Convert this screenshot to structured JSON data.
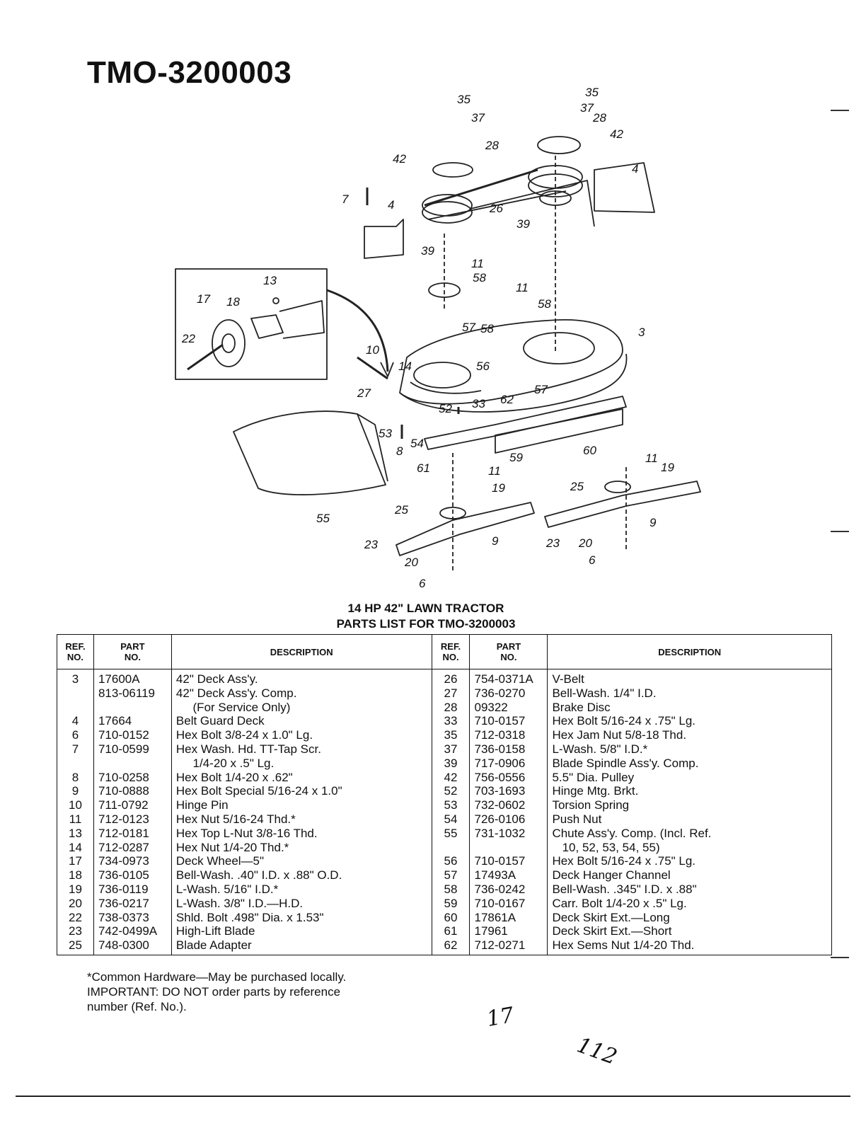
{
  "doc": {
    "model": "TMO-3200003",
    "subtitle1": "14 HP 42\" LAWN TRACTOR",
    "subtitle2": "PARTS LIST FOR TMO-3200003"
  },
  "diagram": {
    "callouts": [
      "35",
      "37",
      "28",
      "42",
      "7",
      "4",
      "26",
      "35",
      "37",
      "28",
      "42",
      "4",
      "39",
      "39",
      "11",
      "58",
      "11",
      "58",
      "13",
      "17",
      "18",
      "22",
      "10",
      "14",
      "57",
      "58",
      "3",
      "56",
      "57",
      "27",
      "52",
      "33",
      "62",
      "53",
      "8",
      "54",
      "60",
      "59",
      "61",
      "11",
      "19",
      "11",
      "19",
      "25",
      "55",
      "25",
      "9",
      "23",
      "20",
      "6",
      "9",
      "23",
      "20",
      "6"
    ]
  },
  "table": {
    "headers": {
      "ref": [
        "REF.",
        "NO."
      ],
      "part": [
        "PART",
        "NO."
      ],
      "desc": "DESCRIPTION"
    },
    "left": {
      "refs": [
        "3",
        "",
        "",
        "4",
        "6",
        "7",
        "",
        "8",
        "9",
        "10",
        "11",
        "13",
        "14",
        "17",
        "18",
        "19",
        "20",
        "22",
        "23",
        "25"
      ],
      "parts": [
        "17600A",
        "813-06119",
        "",
        "17664",
        "710-0152",
        "710-0599",
        "",
        "710-0258",
        "710-0888",
        "711-0792",
        "712-0123",
        "712-0181",
        "712-0287",
        "734-0973",
        "736-0105",
        "736-0119",
        "736-0217",
        "738-0373",
        "742-0499A",
        "748-0300"
      ],
      "descs": [
        "42\" Deck Ass'y.",
        "42\" Deck Ass'y. Comp.",
        "     (For Service Only)",
        "Belt Guard Deck",
        "Hex Bolt 3/8-24 x 1.0\" Lg.",
        "Hex Wash. Hd. TT-Tap Scr.",
        "     1/4-20 x .5\" Lg.",
        "Hex Bolt 1/4-20 x .62\"",
        "Hex Bolt Special 5/16-24 x 1.0\"",
        "Hinge Pin",
        "Hex Nut 5/16-24 Thd.*",
        "Hex Top L-Nut 3/8-16 Thd.",
        "Hex Nut 1/4-20 Thd.*",
        "Deck Wheel—5\"",
        "Bell-Wash. .40\" I.D. x .88\" O.D.",
        "L-Wash. 5/16\" I.D.*",
        "L-Wash. 3/8\" I.D.—H.D.",
        "Shld. Bolt .498\" Dia. x 1.53\"",
        "High-Lift Blade",
        "Blade Adapter"
      ]
    },
    "right": {
      "refs": [
        "26",
        "27",
        "28",
        "33",
        "35",
        "37",
        "39",
        "42",
        "52",
        "53",
        "54",
        "55",
        "",
        "56",
        "57",
        "58",
        "59",
        "60",
        "61",
        "62"
      ],
      "parts": [
        "754-0371A",
        "736-0270",
        "09322",
        "710-0157",
        "712-0318",
        "736-0158",
        "717-0906",
        "756-0556",
        "703-1693",
        "732-0602",
        "726-0106",
        "731-1032",
        "",
        "710-0157",
        "17493A",
        "736-0242",
        "710-0167",
        "17861A",
        "17961",
        "712-0271"
      ],
      "descs": [
        "V-Belt",
        "Bell-Wash. 1/4\" I.D.",
        "Brake Disc",
        "Hex Bolt 5/16-24 x .75\" Lg.",
        "Hex Jam Nut 5/8-18 Thd.",
        "L-Wash. 5/8\" I.D.*",
        "Blade Spindle Ass'y. Comp.",
        "5.5\" Dia. Pulley",
        "Hinge Mtg. Brkt.",
        "Torsion Spring",
        "Push Nut",
        "Chute Ass'y. Comp. (Incl. Ref.",
        "   10, 52, 53, 54, 55)",
        "Hex Bolt 5/16-24 x .75\" Lg.",
        "Deck Hanger Channel",
        "Bell-Wash. .345\" I.D. x .88\"",
        "Carr. Bolt 1/4-20 x .5\" Lg.",
        "Deck Skirt Ext.—Long",
        "Deck Skirt Ext.—Short",
        "Hex Sems Nut 1/4-20 Thd."
      ]
    }
  },
  "notes": {
    "line1": "*Common Hardware—May be purchased locally.",
    "line2": "IMPORTANT: DO NOT order parts by reference",
    "line3": "number (Ref. No.)."
  },
  "handwriting": {
    "mark1": "17",
    "mark2": "112"
  }
}
